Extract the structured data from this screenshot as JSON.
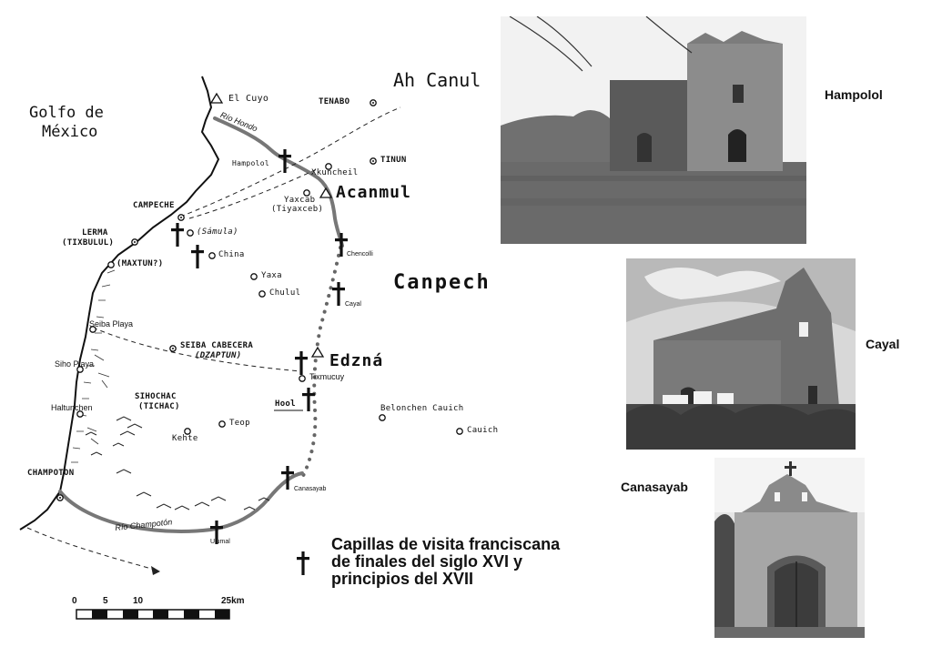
{
  "map": {
    "water_labels": {
      "gulf_line1": "Golfo de",
      "gulf_line2": "México"
    },
    "regions": {
      "ah_canul": "Ah Canul",
      "canpech": "Canpech"
    },
    "sites": {
      "acanmul": "Acanmul",
      "edzna": "Edzná",
      "el_cuyo": "El Cuyo"
    },
    "rivers": {
      "hondo": "Río Hondo",
      "champoton": "Río Champotón"
    },
    "towns": {
      "tenabo": "TENABO",
      "tinun": "TINUN",
      "xkuncheil": "Xkuncheil",
      "yaxcab": "Yaxcab",
      "tiyaxceb": "(Tiyaxceb)",
      "hampolol": "Hampolol",
      "campeche": "CAMPECHE",
      "lerma": "LERMA",
      "tixbulul": "(TIXBULUL)",
      "maxtun": "(MAXTUN?)",
      "samula": "(Sámula)",
      "china": "China",
      "chencolli": "Chencolli",
      "yaxa": "Yaxa",
      "chulul": "Chulul",
      "cayal": "Cayal",
      "seiba_playa": "Seiba Playa",
      "seiba_cabecera": "SEIBA CABECERA",
      "dzaptun": "(DZAPTUN)",
      "tixmucuy": "Tixmucuy",
      "siho_playa": "Siho Playa",
      "haltunchen": "Haltunchen",
      "sihochac": "SIHOCHAC",
      "tichac": "(TICHAC)",
      "hool": "Hool",
      "teop": "Teop",
      "kehte": "Kehte",
      "belonchen_cauich": "Belonchen Cauich",
      "cauich": "Cauich",
      "champoton": "CHAMPOTON",
      "canasayab": "Canasayab",
      "ulumal": "Ulumal"
    }
  },
  "legend": {
    "icon": "latin-cross-icon",
    "line1": "Capillas de visita franciscana",
    "line2": "de finales del siglo XVI y",
    "line3": "principios del XVII"
  },
  "scale_bar": {
    "ticks": [
      "0",
      "5",
      "10",
      "25km"
    ]
  },
  "photos": [
    {
      "caption": "Hampolol"
    },
    {
      "caption": "Cayal"
    },
    {
      "caption": "Canasayab"
    }
  ]
}
